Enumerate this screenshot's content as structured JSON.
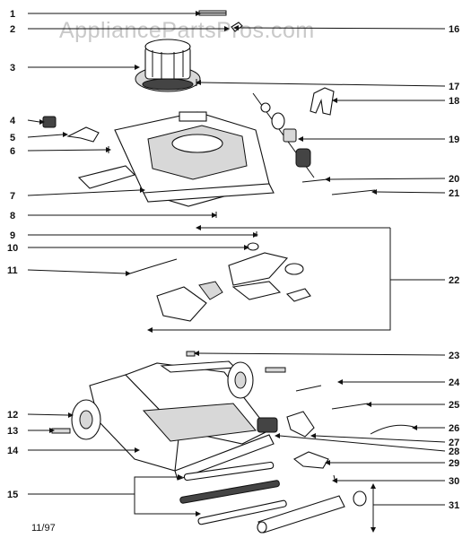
{
  "watermark": "AppliancePartsPros.com",
  "date_code": "11/97",
  "callouts": {
    "c1": "1",
    "c2": "2",
    "c3": "3",
    "c4": "4",
    "c5": "5",
    "c6": "6",
    "c7": "7",
    "c8": "8",
    "c9": "9",
    "c10": "10",
    "c11": "11",
    "c12": "12",
    "c13": "13",
    "c14": "14",
    "c15": "15",
    "c16": "16",
    "c17": "17",
    "c18": "18",
    "c19": "19",
    "c20": "20",
    "c21": "21",
    "c22": "22",
    "c23": "23",
    "c24": "24",
    "c25": "25",
    "c26": "26",
    "c27": "27",
    "c28": "28",
    "c29": "29",
    "c30": "30",
    "c31": "31"
  }
}
